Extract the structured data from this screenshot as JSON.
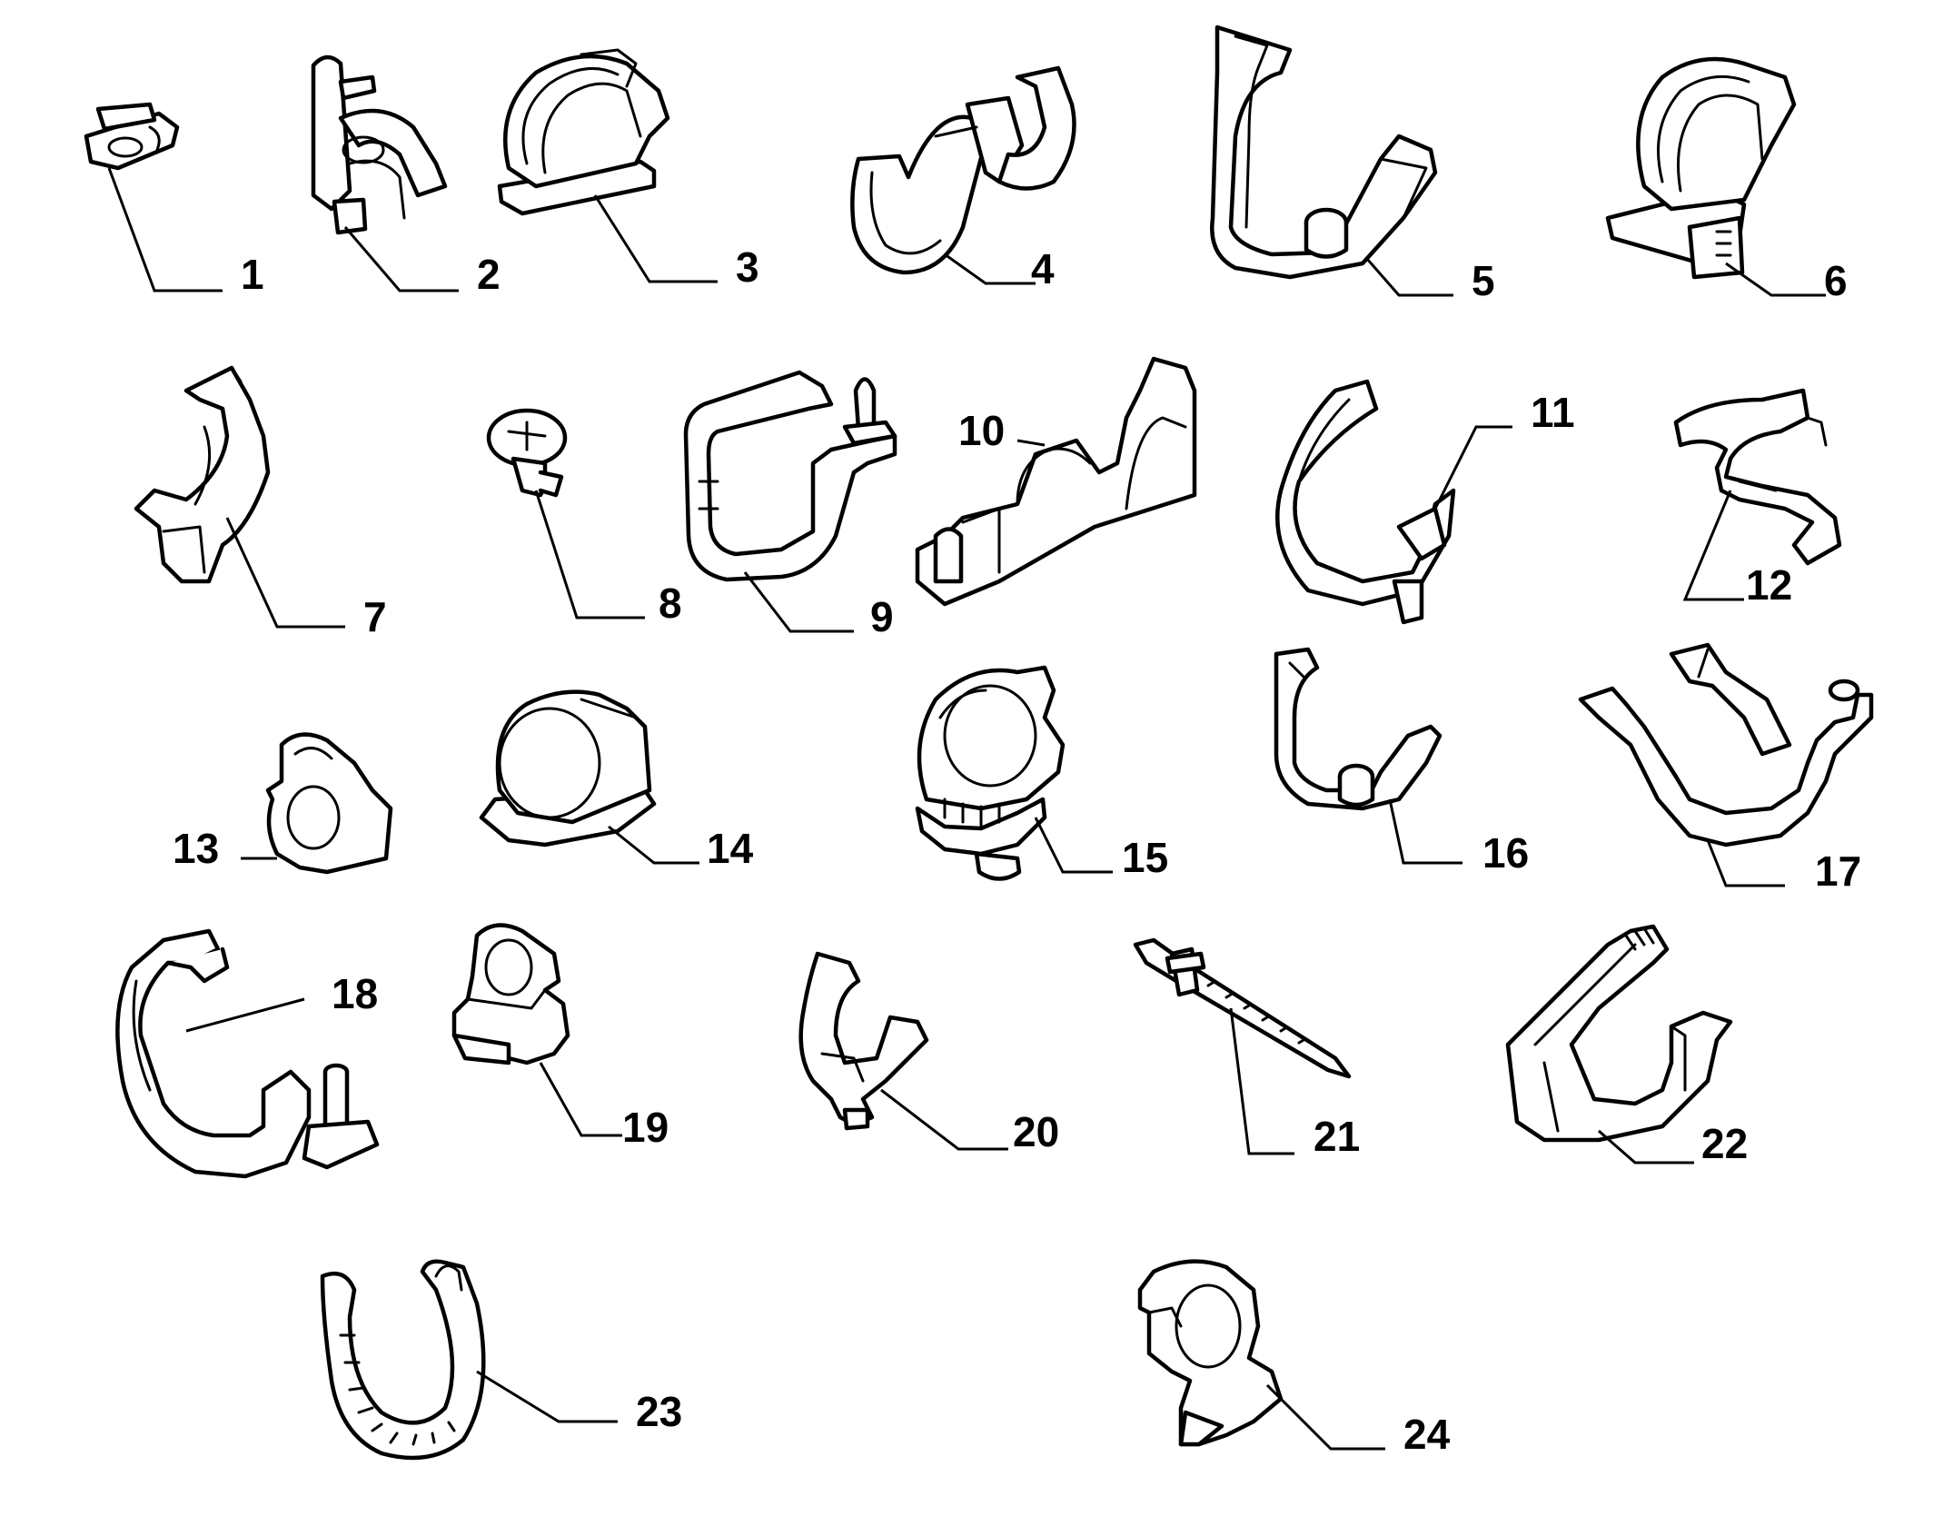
{
  "diagram": {
    "parts": [
      {
        "id": "part-1",
        "label": "1"
      },
      {
        "id": "part-2",
        "label": "2"
      },
      {
        "id": "part-3",
        "label": "3"
      },
      {
        "id": "part-4",
        "label": "4"
      },
      {
        "id": "part-5",
        "label": "5"
      },
      {
        "id": "part-6",
        "label": "6"
      },
      {
        "id": "part-7",
        "label": "7"
      },
      {
        "id": "part-8",
        "label": "8"
      },
      {
        "id": "part-9",
        "label": "9"
      },
      {
        "id": "part-10",
        "label": "10"
      },
      {
        "id": "part-11",
        "label": "11"
      },
      {
        "id": "part-12",
        "label": "12"
      },
      {
        "id": "part-13",
        "label": "13"
      },
      {
        "id": "part-14",
        "label": "14"
      },
      {
        "id": "part-15",
        "label": "15"
      },
      {
        "id": "part-16",
        "label": "16"
      },
      {
        "id": "part-17",
        "label": "17"
      },
      {
        "id": "part-18",
        "label": "18"
      },
      {
        "id": "part-19",
        "label": "19"
      },
      {
        "id": "part-20",
        "label": "20"
      },
      {
        "id": "part-21",
        "label": "21"
      },
      {
        "id": "part-22",
        "label": "22"
      },
      {
        "id": "part-23",
        "label": "23"
      },
      {
        "id": "part-24",
        "label": "24"
      }
    ]
  }
}
